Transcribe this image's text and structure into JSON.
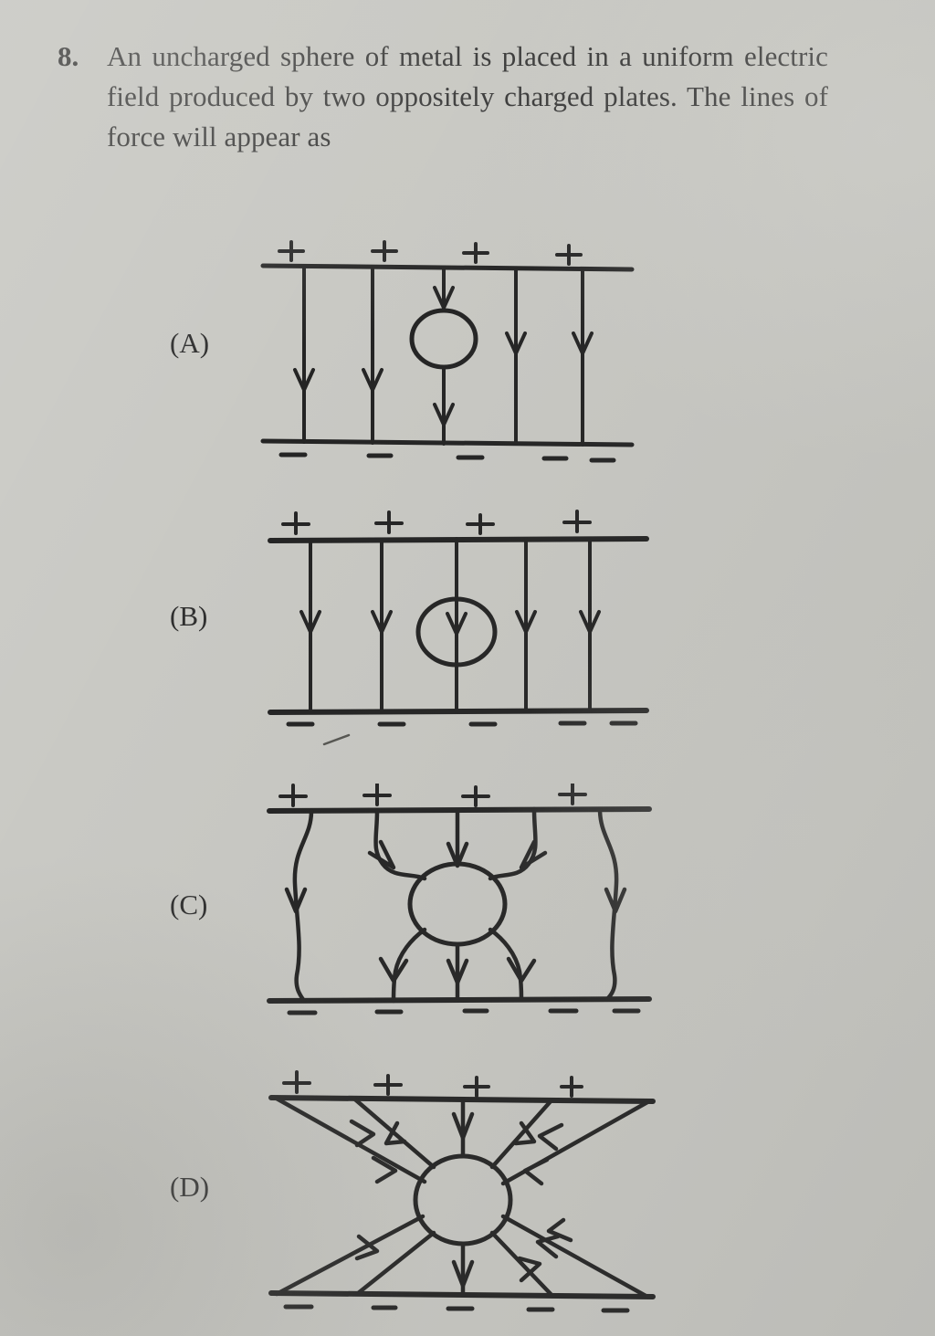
{
  "question": {
    "number": "8.",
    "text": "An uncharged sphere of metal is placed in a uniform electric field produced by two oppositely charged plates. The lines of force will appear as"
  },
  "options": [
    {
      "id": "A",
      "label": "(A)",
      "figure_name": "figure-option-a",
      "description": "Five straight vertical field lines between a positively charged top plate and a negatively charged bottom plate; the sphere sits on the middle line and the line passes through it.",
      "top_plate_charges": [
        "+",
        "+",
        "+",
        "+"
      ],
      "bottom_plate_charges": [
        "−",
        "−",
        "−",
        "−",
        "−"
      ],
      "field_line_count": 5,
      "sphere": true
    },
    {
      "id": "B",
      "label": "(B)",
      "figure_name": "figure-option-b",
      "description": "Five straight vertical field lines; the middle line passes straight through the sphere, arrows at mid-height of each line.",
      "top_plate_charges": [
        "+",
        "+",
        "+",
        "+"
      ],
      "bottom_plate_charges": [
        "−",
        "−",
        "−",
        "−",
        "−"
      ],
      "field_line_count": 5,
      "sphere": true
    },
    {
      "id": "C",
      "label": "(C)",
      "figure_name": "figure-option-c",
      "description": "Field lines curve toward the sphere and terminate normally on its surface, then emerge from the bottom; outer lines bow away from the sphere.",
      "top_plate_charges": [
        "+",
        "+",
        "+",
        "+"
      ],
      "bottom_plate_charges": [
        "−",
        "−",
        "−",
        "−",
        "−"
      ],
      "field_line_count": 5,
      "sphere": true
    },
    {
      "id": "D",
      "label": "(D)",
      "figure_name": "figure-option-d",
      "description": "All field lines radiate to and from the sphere in a bow-tie pattern, converging on the sphere from the whole of the top plate and leaving to the whole of the bottom plate.",
      "top_plate_charges": [
        "+",
        "+",
        "+",
        "+"
      ],
      "bottom_plate_charges": [
        "−",
        "−",
        "−",
        "−",
        "−"
      ],
      "field_line_count": 5,
      "sphere": true
    }
  ],
  "colors": {
    "paper": "#c9c9c4",
    "ink": "#2e2e2e",
    "line": "#242424"
  }
}
